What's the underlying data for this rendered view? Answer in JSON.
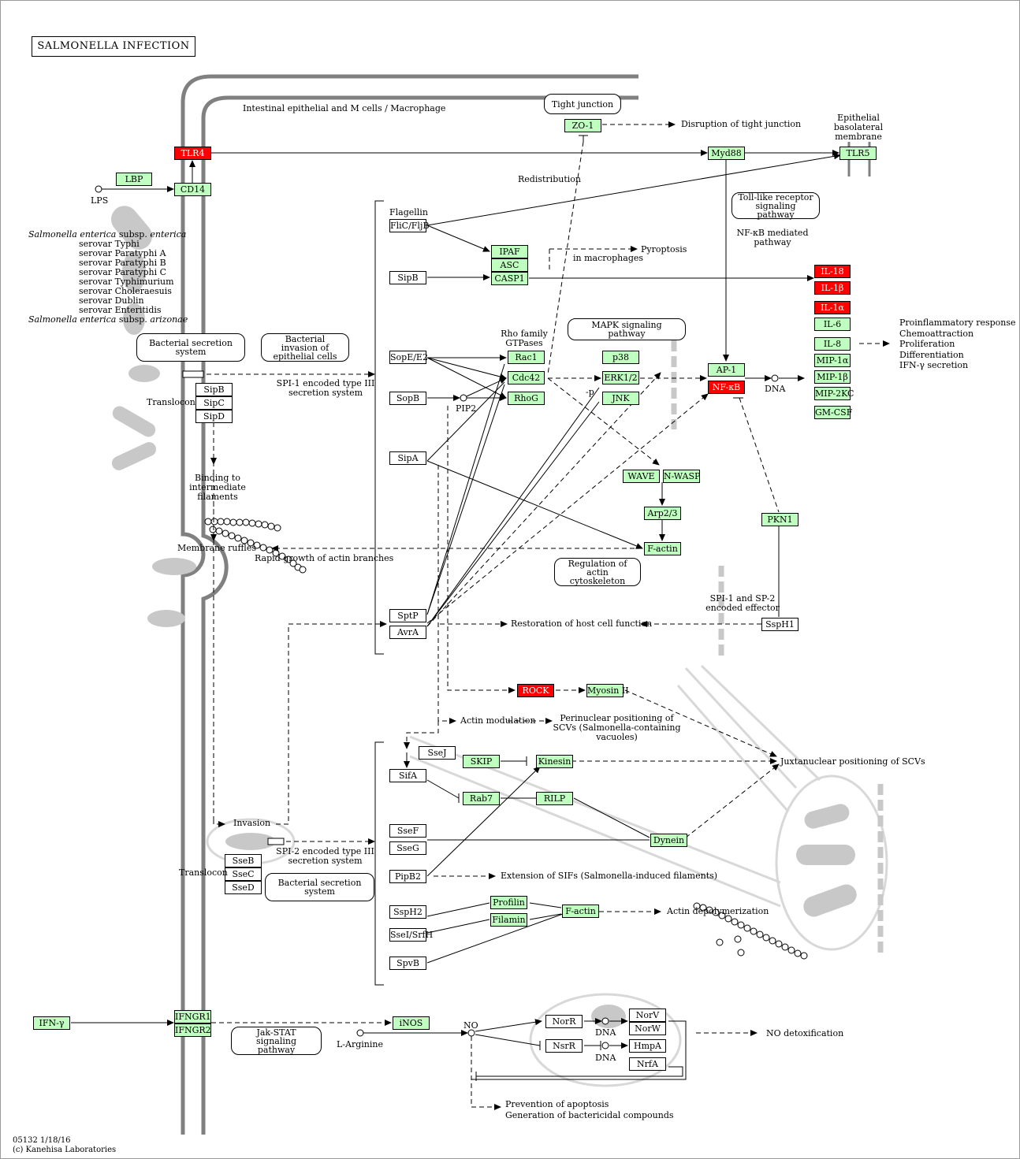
{
  "title": "SALMONELLA INFECTION",
  "footer": {
    "line1": "05132 1/18/16",
    "line2": "(c) Kanehisa Laboratories"
  },
  "colors": {
    "up": "#ff0000",
    "present": "#bfffbf",
    "absent": "#ffffff",
    "membrane": "#808080"
  },
  "genes": {
    "tlr4": "TLR4",
    "lbp": "LBP",
    "cd14": "CD14",
    "zo1": "ZO-1",
    "myd88": "Myd88",
    "tlr5": "TLR5",
    "ipaf": "IPAF",
    "asc": "ASC",
    "casp1": "CASP1",
    "il18": "IL-18",
    "il1b": "IL-1β",
    "il1a": "IL-1α",
    "il6": "IL-6",
    "il8": "IL-8",
    "mip1a": "MIP-1α",
    "mip1b": "MIP-1β",
    "mip2kc": "MIP-2KC",
    "gmcsf": "GM-CSF",
    "rac1": "Rac1",
    "cdc42": "Cdc42",
    "rhog": "RhoG",
    "p38": "p38",
    "erk12": "ERK1/2",
    "jnk": "JNK",
    "ap1": "AP-1",
    "nfkb": "NF-κB",
    "wave": "WAVE",
    "nwasp": "N-WASP",
    "arp23": "Arp2/3",
    "factin1": "F-actin",
    "pkn1": "PKN1",
    "rock": "ROCK",
    "myosin2": "Myosin II",
    "skip": "SKIP",
    "kinesin": "Kinesin",
    "rab7": "Rab7",
    "rilp": "RILP",
    "dynein": "Dynein",
    "profilin": "Profilin",
    "filamin": "Filamin",
    "factin2": "F-actin",
    "ifng": "IFN-γ",
    "ifngr1": "IFNGR1",
    "ifngr2": "IFNGR2",
    "inos": "iNOS"
  },
  "effectors": {
    "flic": "FliC/FljB",
    "sipb_fl": "SipB",
    "sope": "SopE/E2",
    "sopb": "SopB",
    "sipa": "SipA",
    "sptp": "SptP",
    "avra": "AvrA",
    "ssph1": "SspH1",
    "sipb": "SipB",
    "sipc": "SipC",
    "sipd": "SipD",
    "ssej": "SseJ",
    "sifa": "SifA",
    "ssef": "SseF",
    "sseg": "SseG",
    "pipb2": "PipB2",
    "ssph2": "SspH2",
    "ssei": "SseI/SrfH",
    "spvb": "SpvB",
    "sseb": "SseB",
    "ssec": "SseC",
    "ssed": "SseD",
    "norr": "NorR",
    "nsrr": "NsrR",
    "norv": "NorV",
    "norw": "NorW",
    "hmpa": "HmpA",
    "nrfa": "NrfA"
  },
  "pathway_links": {
    "tight_junction": "Tight junction",
    "tlr_pathway": "Toll-like receptor signaling pathway",
    "bacterial_secretion_1": "Bacterial secretion system",
    "bacterial_invasion": "Bacterial invasion of epithelial cells",
    "mapk": "MAPK signaling pathway",
    "actin_regulation": "Regulation of actin cytoskeleton",
    "bacterial_secretion_2": "Bacterial secretion system",
    "jak_stat": "Jak-STAT signaling pathway"
  },
  "labels": {
    "intestinal_cells": "Intestinal epithelial and M cells / Macrophage",
    "disruption": "Disruption of tight junction",
    "epithelial_basolateral": "Epithelial basolateral membrane",
    "lps": "LPS",
    "redistribution": "Redistribution",
    "flagellin": "Flagellin",
    "nfkb_mediated": "NF-κB mediated pathway",
    "pyroptosis": "Pyroptosis",
    "in_macrophages": "in macrophages",
    "rho_family": "Rho family GTPases",
    "spi1": "SPI-1 encoded type III secretion system",
    "translocon1": "Translocon",
    "pip2": "PIP2",
    "minus_p": "-p",
    "dna1": "DNA",
    "binding_filaments": "Binding to intermediate filaments",
    "membrane_ruffles": "Membrane ruffles",
    "rapid_growth": "Rapid growth of actin branches",
    "spi_effector": "SPI-1 and SP-2 encoded effector",
    "restoration": "Restoration of host cell function",
    "actin_modulation": "Actin modulation",
    "perinuclear": "Perinuclear positioning of SCVs (Salmonella-containing vacuoles)",
    "juxtanuclear": "Juxtanuclear positioning of SCVs",
    "invasion": "Invasion",
    "spi2": "SPI-2 encoded type III secretion system",
    "translocon2": "Translocon",
    "extension_sifs": "Extension of SIFs (Salmonella-induced filaments)",
    "actin_depoly": "Actin depolymerization",
    "l_arginine": "L-Arginine",
    "no": "NO",
    "dna2": "DNA",
    "dna3": "DNA",
    "no_detox": "NO detoxification",
    "prevention": "Prevention of apoptosis",
    "generation": "Generation of bactericidal compounds",
    "responses": [
      "Proinflammatory response",
      "Chemoattraction",
      "Proliferation",
      "Differentiation",
      "IFN-γ secretion"
    ],
    "serovars": {
      "enterica_species": "Salmonella enterica",
      "enterica_subsp": "subsp.",
      "enterica_name": "enterica",
      "list": [
        "serovar Typhi",
        "serovar Paratyphi A",
        "serovar Paratyphi B",
        "serovar Paratyphi C",
        "serovar Typhimurium",
        "serovar Choleraesuis",
        "serovar Dublin",
        "serovar Enteritidis"
      ],
      "arizonae_species": "Salmonella enterica",
      "arizonae_subsp": "subsp.",
      "arizonae_name": "arizonae"
    }
  }
}
